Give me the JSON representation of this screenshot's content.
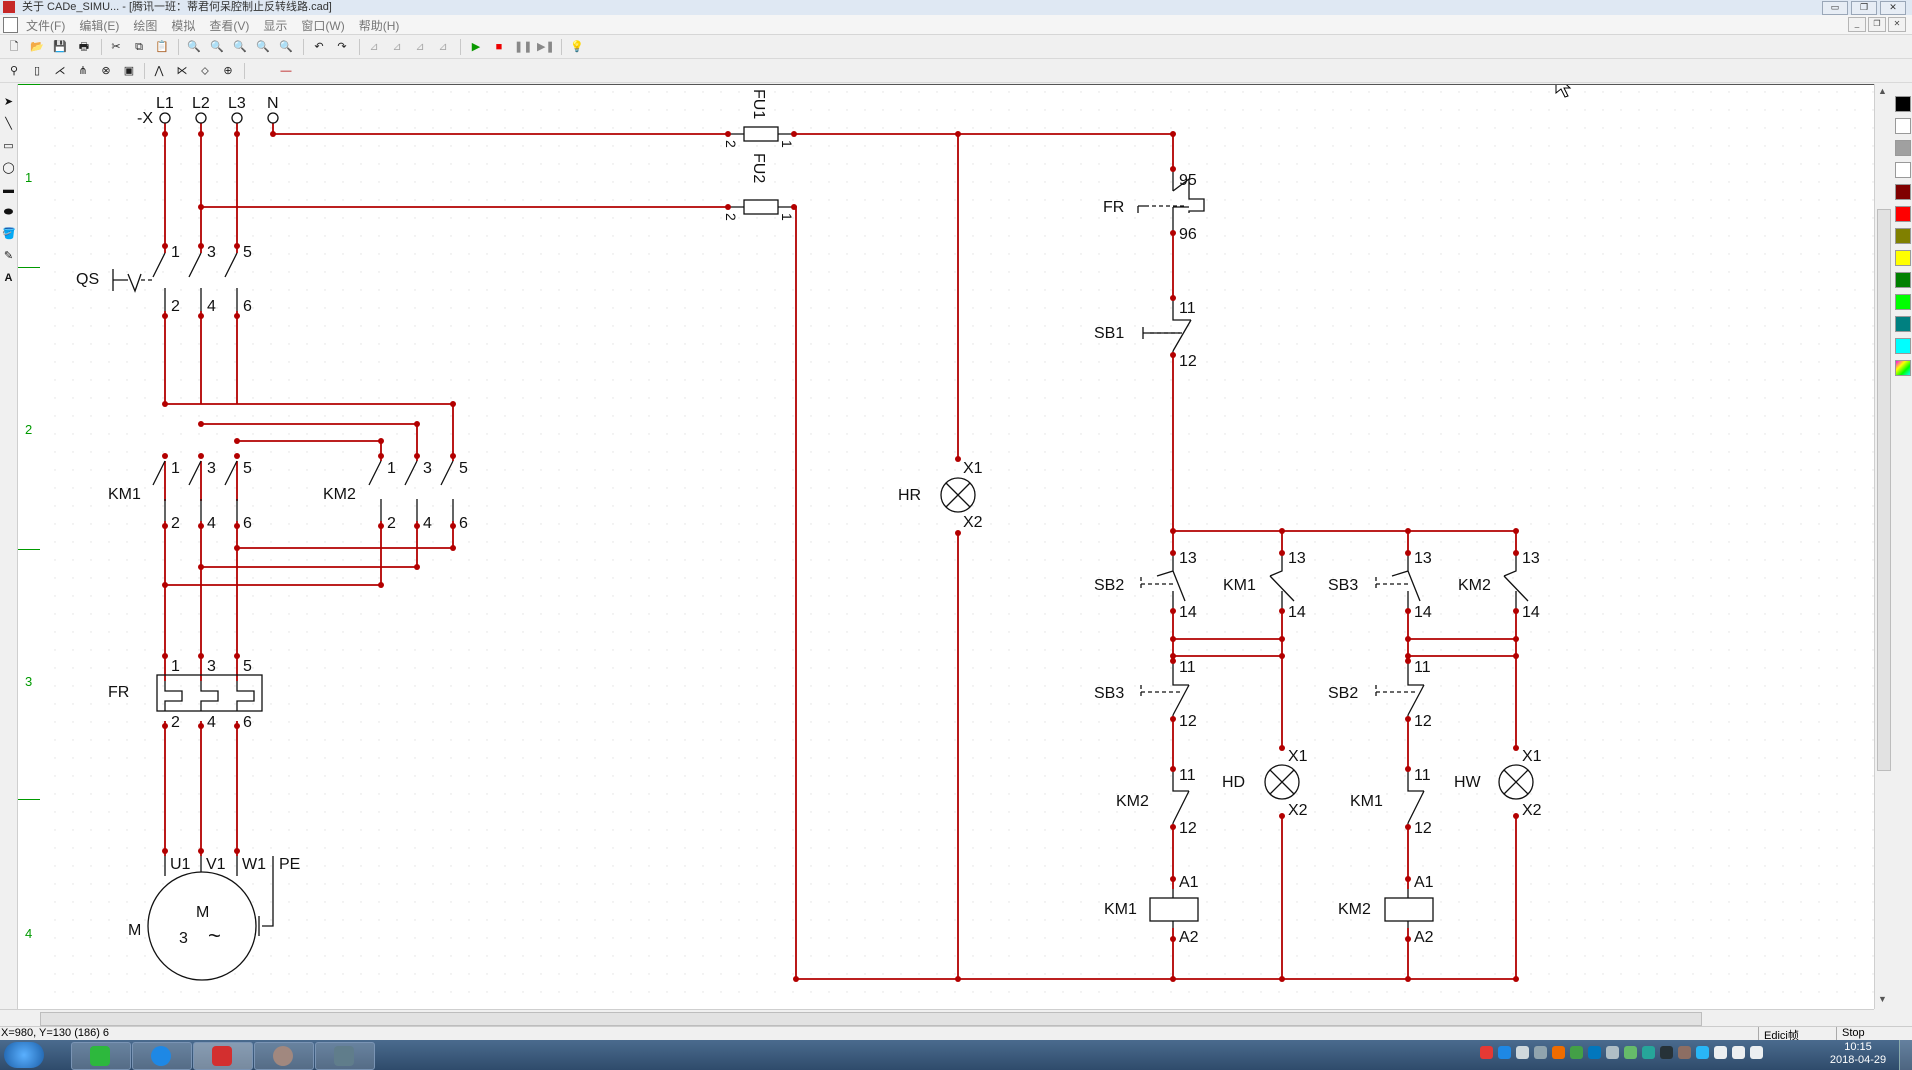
{
  "window": {
    "title": "关于 CADe_SIMU... - [腾讯一班：蒂君何呆腔制止反转线路.cad]",
    "buttons": [
      "▭",
      "❐",
      "✕"
    ]
  },
  "menu": {
    "items": [
      "文件(F)",
      "编辑(E)",
      "绘图",
      "模拟",
      "查看(V)",
      "显示",
      "窗口(W)",
      "帮助(H)"
    ],
    "mdi_buttons": [
      "_",
      "❐",
      "✕"
    ]
  },
  "toolbar": {
    "top": [
      "🗋",
      "📂",
      "💾",
      "🖶",
      "✂",
      "⧉",
      "📋",
      "🔍",
      "🔍",
      "🔍",
      "🔍",
      "🔍",
      "↶",
      "↷",
      "⊿",
      "⊿",
      "⊿",
      "⊿",
      "▶",
      "■",
      "❚❚",
      "▶❚",
      "💡"
    ],
    "bottom": [
      "⚲",
      "▯",
      "⋌",
      "⋔",
      "⊗",
      "▣",
      "⋀",
      "⋉",
      "⬦",
      "⊕",
      "—"
    ]
  },
  "palette_tools": [
    "➤",
    "╲",
    "▭",
    "◯",
    "▬",
    "⬬",
    "🪣",
    "✎",
    "A"
  ],
  "ruler": {
    "numbers": [
      "1",
      "2",
      "3",
      "4"
    ]
  },
  "colors": {
    "wire": "#b30000",
    "ruler": "#009a00",
    "swatches": [
      "#000000",
      "#ffffff",
      "#a0a0a0",
      "#ffffff",
      "#800000",
      "#ff0000",
      "#808000",
      "#ffff00",
      "#008000",
      "#00ff00",
      "#008080",
      "#00ffff",
      "#ff80ff"
    ]
  },
  "diagram": {
    "power": {
      "terminal_x": "-X",
      "phases": [
        "L1",
        "L2",
        "L3",
        "N"
      ],
      "qs_label": "QS",
      "qs_top": [
        "1",
        "3",
        "5"
      ],
      "qs_bottom": [
        "2",
        "4",
        "6"
      ],
      "km1_label": "KM1",
      "km1_top": [
        "1",
        "3",
        "5"
      ],
      "km1_bottom": [
        "2",
        "4",
        "6"
      ],
      "km2_label": "KM2",
      "km2_top": [
        "1",
        "3",
        "5"
      ],
      "km2_bottom": [
        "2",
        "4",
        "6"
      ],
      "fr_label": "FR",
      "fr_top": [
        "1",
        "3",
        "5"
      ],
      "fr_bottom": [
        "2",
        "4",
        "6"
      ],
      "motor_terminals": [
        "U1",
        "V1",
        "W1",
        "PE"
      ],
      "motor_label": "M",
      "motor_inner_m": "M",
      "motor_inner_3": "3",
      "motor_inner_tilde": "~"
    },
    "fuses": {
      "fu1": "FU1",
      "fu2": "FU2",
      "pin_left": "2",
      "pin_right": "1"
    },
    "control": {
      "fr_label": "FR",
      "fr_pins": [
        "95",
        "96"
      ],
      "sb1_label": "SB1",
      "sb1_pins": [
        "11",
        "12"
      ],
      "hr_label": "HR",
      "hr_pins": [
        "X1",
        "X2"
      ],
      "sb2_label": "SB2",
      "sb2_pins": [
        "13",
        "14"
      ],
      "km1_aux_label": "KM1",
      "km1_aux_pins": [
        "13",
        "14"
      ],
      "sb3_label": "SB3",
      "sb3_pins": [
        "13",
        "14"
      ],
      "km2_aux_label": "KM2",
      "km2_aux_pins": [
        "13",
        "14"
      ],
      "sb3_nc_label": "SB3",
      "sb3_nc_pins": [
        "11",
        "12"
      ],
      "sb2_nc_label": "SB2",
      "sb2_nc_pins": [
        "11",
        "12"
      ],
      "km2_nc_label": "KM2",
      "km2_nc_pins": [
        "11",
        "12"
      ],
      "km1_nc_label": "KM1",
      "km1_nc_pins": [
        "11",
        "12"
      ],
      "hd_label": "HD",
      "hd_pins": [
        "X1",
        "X2"
      ],
      "hw_label": "HW",
      "hw_pins": [
        "X1",
        "X2"
      ],
      "km1_coil_label": "KM1",
      "km1_coil_pins": [
        "A1",
        "A2"
      ],
      "km2_coil_label": "KM2",
      "km2_coil_pins": [
        "A1",
        "A2"
      ]
    }
  },
  "status": {
    "coords": "X=980, Y=130 (186) 6",
    "mode": "Edici帧",
    "state": "Stop"
  },
  "taskbar": {
    "clock_time": "10:15",
    "clock_date": "2018-04-29"
  }
}
